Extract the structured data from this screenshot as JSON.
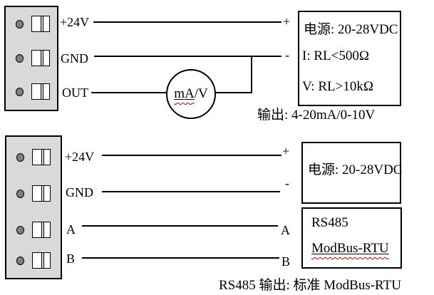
{
  "colors": {
    "background": "#ffffff",
    "line": "#000000",
    "text": "#000000",
    "terminal_block_fill": "#d9d9d9",
    "screw_fill": "#808080",
    "spellcheck_underline": "#cc0000"
  },
  "top": {
    "block_labels": [
      "+24V",
      "GND",
      "OUT"
    ],
    "meter": {
      "main": "mA",
      "rest": "/V"
    },
    "plus": "+",
    "minus": "-",
    "box": {
      "line1": "电源: 20-28VDC",
      "line2": "I: RL<500Ω",
      "line3": "V: RL>10kΩ"
    },
    "caption": "输出: 4-20mA/0-10V"
  },
  "bottom": {
    "block_labels": [
      "+24V",
      "GND",
      "A",
      "B"
    ],
    "end_labels": [
      "+",
      "-",
      "A",
      "B"
    ],
    "power_box": {
      "line1": "电源: 20-28VDC"
    },
    "rs485_box": {
      "line1": "RS485",
      "line2": "ModBus-RTU"
    },
    "caption": "RS485 输出: 标准 ModBus-RTU"
  }
}
